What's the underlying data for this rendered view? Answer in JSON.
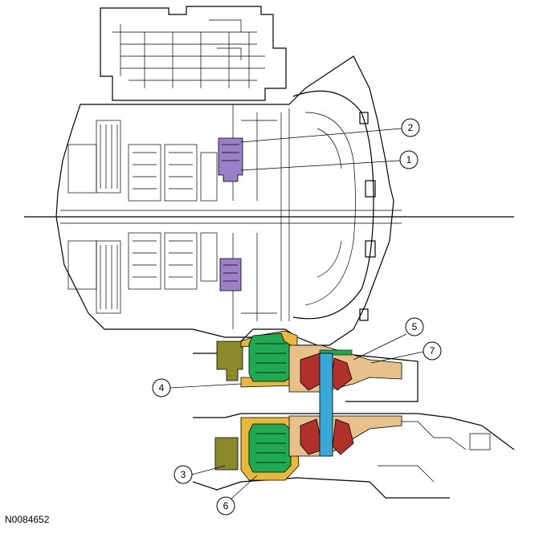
{
  "diagram": {
    "drawing_id": "N0084652",
    "callouts": [
      {
        "number": "1"
      },
      {
        "number": "2"
      },
      {
        "number": "3"
      },
      {
        "number": "4"
      },
      {
        "number": "5"
      },
      {
        "number": "6"
      },
      {
        "number": "7"
      }
    ],
    "colors": {
      "purple_component": "#9b7fc7",
      "green_component": "#1faa52",
      "yellow_component": "#e8b83a",
      "olive_component": "#8a8a2a",
      "tan_component": "#e8c08a",
      "red_component": "#b0302a",
      "blue_component": "#3aa8d8",
      "line": "#000000"
    }
  }
}
